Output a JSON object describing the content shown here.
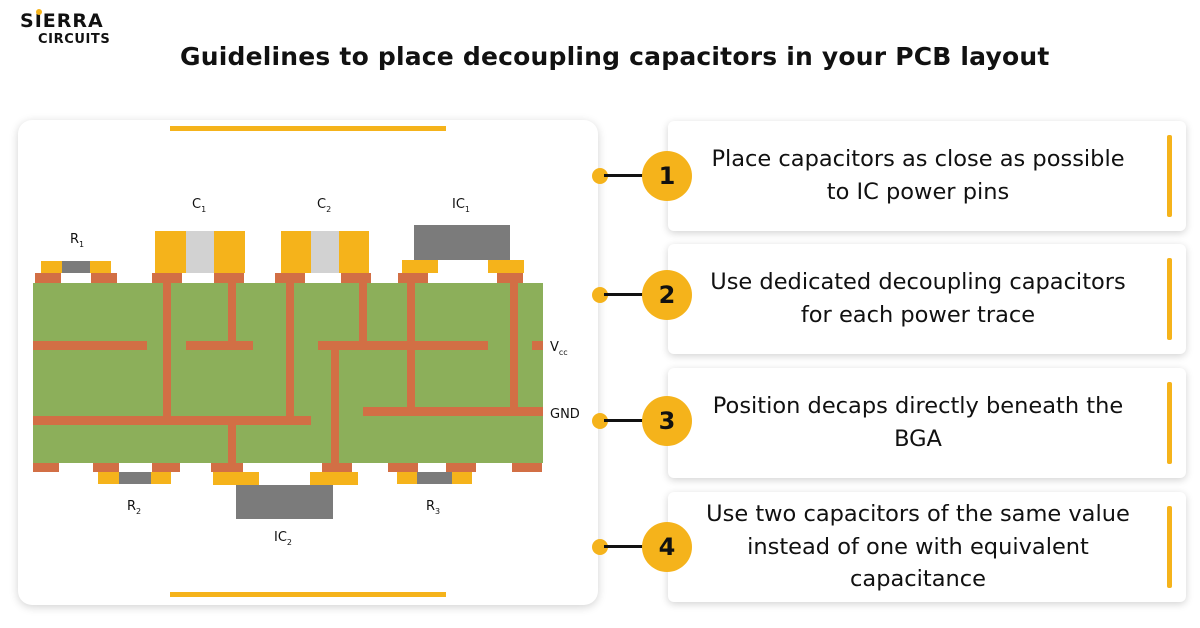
{
  "brand": {
    "line1_pre": "S",
    "line1_i": "I",
    "line1_post": "ERRA",
    "line2": "CIRCUITS",
    "accent_color": "#f5b31b"
  },
  "title": "Guidelines to place decoupling capacitors in your PCB layout",
  "diagram": {
    "labels": {
      "r1": "R",
      "r1_sub": "1",
      "c1": "C",
      "c1_sub": "1",
      "c2": "C",
      "c2_sub": "2",
      "ic1": "IC",
      "ic1_sub": "1",
      "vcc": "V",
      "vcc_sub": "cc",
      "gnd": "GND",
      "r2": "R",
      "r2_sub": "2",
      "r3": "R",
      "r3_sub": "3",
      "ic2": "IC",
      "ic2_sub": "2"
    },
    "colors": {
      "board": "#8caf5a",
      "copper": "#d26f45",
      "pad": "#f5b31b",
      "body": "#7b7b7b",
      "ceramic": "#d2d2d2"
    }
  },
  "steps": [
    {
      "number": "1",
      "text": "Place capacitors as close as possible to IC power pins"
    },
    {
      "number": "2",
      "text": "Use dedicated decoupling capacitors for each power trace"
    },
    {
      "number": "3",
      "text": "Position decaps directly beneath the BGA"
    },
    {
      "number": "4",
      "text": "Use two capacitors of the same value instead of one with equivalent capacitance"
    }
  ]
}
